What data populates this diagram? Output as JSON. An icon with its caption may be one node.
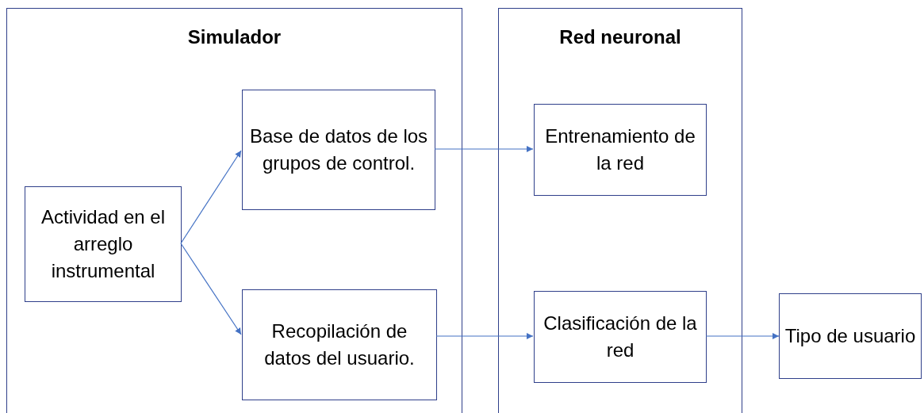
{
  "diagram": {
    "nodes": [
      {
        "text": [
          "Simulador"
        ]
      },
      {
        "text": [
          "Actividad en el arreglo instrumental"
        ],
        "in": 0
      },
      {
        "text": [
          "Base de datos de los grupos de control."
        ],
        "in": 0
      },
      {
        "text": [
          "Recopilación de datos del usuario."
        ],
        "in": 0
      },
      {
        "text": [
          "Red neuronal"
        ]
      },
      {
        "text": [
          "Entrenamiento de la red"
        ],
        "in": 4
      },
      {
        "text": [
          "Clasificación de la red"
        ],
        "in": 4
      },
      {
        "text": [
          "Tipo de usuario"
        ]
      }
    ],
    "edges": [
      {
        "from": 1,
        "to": 2,
        "arrow": "to"
      },
      {
        "from": 1,
        "to": 3,
        "arrow": "to"
      },
      {
        "from": 2,
        "to": 5,
        "arrow": "to"
      },
      {
        "from": 3,
        "to": 6,
        "arrow": "to"
      },
      {
        "from": 6,
        "to": 7,
        "arrow": "to"
      }
    ]
  }
}
